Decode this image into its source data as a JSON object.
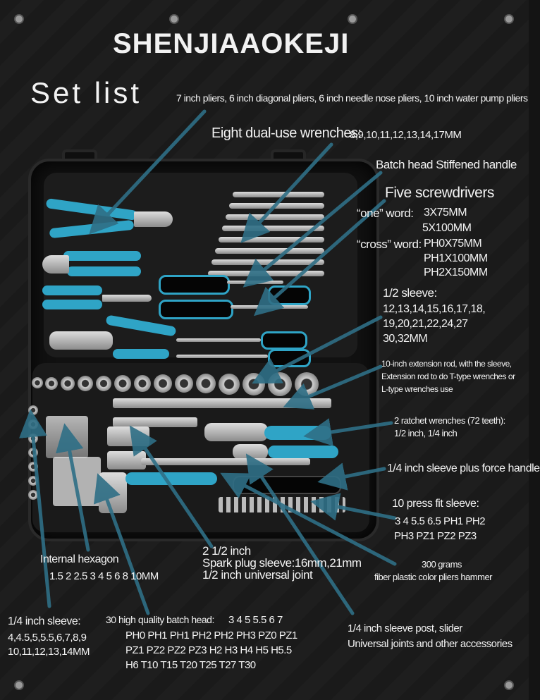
{
  "brand": "SHENJIAAOKEJI",
  "title": "Set list",
  "labels": {
    "pliers": "7 inch pliers, 6 inch diagonal pliers, 6 inch needle nose pliers, 10 inch water pump pliers",
    "wrenches_title": "Eight dual-use wrenches:",
    "wrenches_sizes": "8,9,10,11,12,13,14,17MM",
    "batch_handle": "Batch head Stiffened handle",
    "screwdrivers_title": "Five screwdrivers",
    "one_word": "“one” word:",
    "one_word_1": "3X75MM",
    "one_word_2": "5X100MM",
    "cross_word": "“cross” word:",
    "cross_1": "PH0X75MM",
    "cross_2": "PH1X100MM",
    "cross_3": "PH2X150MM",
    "sleeve_half_title": "1/2 sleeve:",
    "sleeve_half_1": "12,13,14,15,16,17,18,",
    "sleeve_half_2": "19,20,21,22,24,27",
    "sleeve_half_3": "30,32MM",
    "extension_1": "10-inch extension rod, with the sleeve,",
    "extension_2": "Extension rod to do T-type wrenches or",
    "extension_3": "L-type wrenches use",
    "ratchet_1": "2 ratchet wrenches (72 teeth):",
    "ratchet_2": "1/2 inch, 1/4 inch",
    "force_handle": "1/4 inch sleeve plus force handle",
    "press_fit_title": "10 press fit sleeve:",
    "press_fit_1": "3 4 5.5 6.5 PH1 PH2",
    "press_fit_2": "PH3 PZ1 PZ2 PZ3",
    "internal_hex_title": "Internal hexagon",
    "internal_hex_sizes": "1.5 2 2.5 3 4 5 6 8 10MM",
    "spark_1": "2 1/2 inch",
    "spark_2": "Spark plug sleeve:16mm,21mm",
    "spark_3": "1/2 inch universal joint",
    "hammer_1": "300 grams",
    "hammer_2": "fiber plastic color pliers hammer",
    "quarter_sleeve_title": "1/4 inch sleeve:",
    "quarter_sleeve_1": "4,4.5,5,5.5,6,7,8,9",
    "quarter_sleeve_2": "10,11,12,13,14MM",
    "batch_head_title": "30 high quality batch head:",
    "batch_head_0": "3 4 5 5.5 6 7",
    "batch_head_1": "PH0 PH1 PH1 PH2 PH2 PH3 PZ0 PZ1",
    "batch_head_2": "PZ1 PZ2 PZ2 PZ3 H2 H3 H4 H5 H5.5",
    "batch_head_3": "H6 T10 T15 T20 T25 T27 T30",
    "post_1": "1/4 inch sleeve post, slider",
    "post_2": "Universal joints and other accessories"
  },
  "colors": {
    "accent": "#2fa4c6",
    "arrow": "#2f6f86",
    "background": "#161616"
  }
}
